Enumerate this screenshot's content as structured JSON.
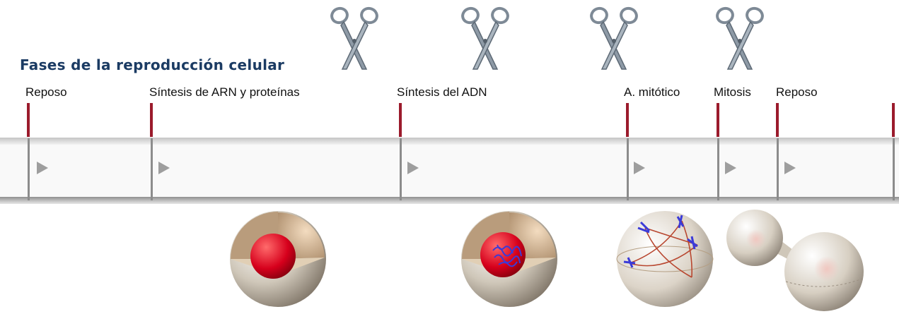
{
  "title": "Fases de la reproducción celular",
  "phases": [
    {
      "label": "Reposo"
    },
    {
      "label": "Síntesis de ARN y proteínas"
    },
    {
      "label": "Síntesis del ADN"
    },
    {
      "label": "A. mitótico"
    },
    {
      "label": "Mitosis"
    },
    {
      "label": "Reposo"
    }
  ],
  "colors": {
    "title": "#1b3b63",
    "marker": "#9b1b2c",
    "stem": "#8c8c8c",
    "play": "#9e9e9e",
    "nucleus": "#d6001c",
    "dna": "#3b3bd8"
  },
  "icons": [
    "scissors-icon",
    "play-icon",
    "cell-illustration"
  ]
}
